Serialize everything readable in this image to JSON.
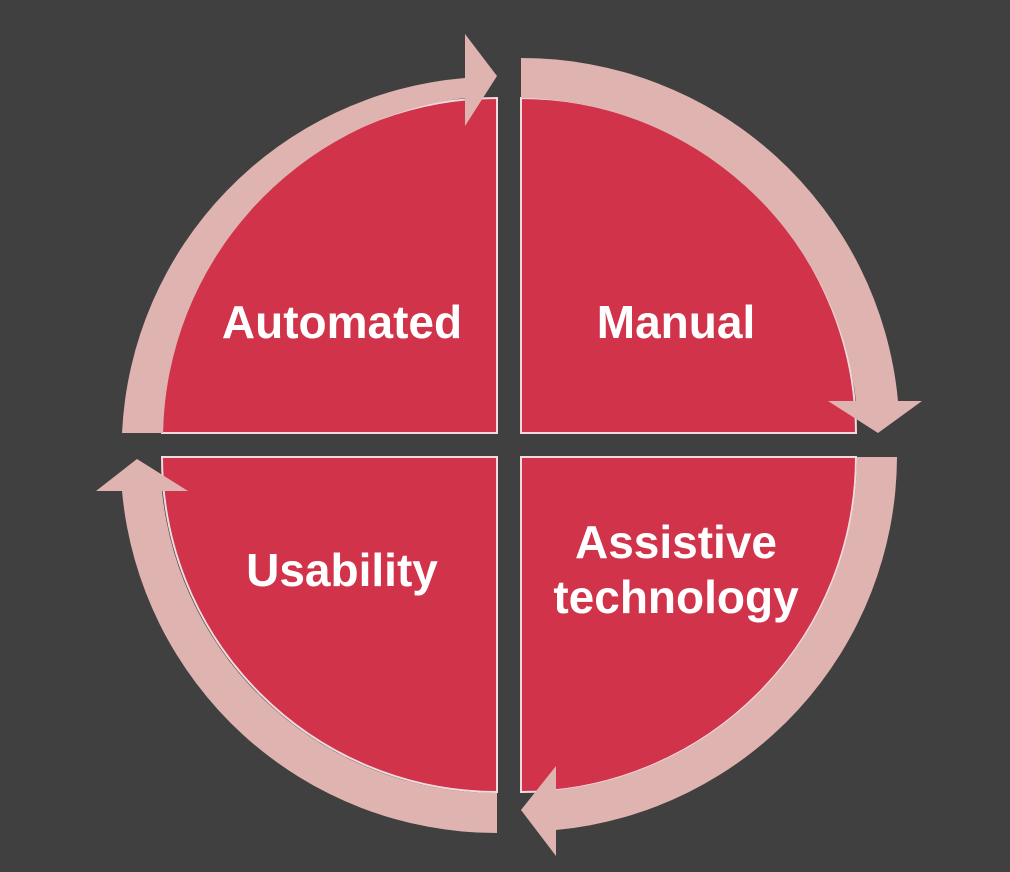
{
  "diagram": {
    "type": "cycle",
    "colors": {
      "background": "#404040",
      "quadrant_fill": "#D0334A",
      "quadrant_border": "#F2DADD",
      "arrow": "#DFB4B0",
      "label": "#FFFFFF"
    },
    "quadrants": [
      {
        "id": "top-left",
        "lines": [
          "Automated"
        ]
      },
      {
        "id": "top-right",
        "lines": [
          "Manual"
        ]
      },
      {
        "id": "bottom-right",
        "lines": [
          "Assistive",
          "technology"
        ]
      },
      {
        "id": "bottom-left",
        "lines": [
          "Usability"
        ]
      }
    ],
    "arrow_direction": "clockwise"
  }
}
